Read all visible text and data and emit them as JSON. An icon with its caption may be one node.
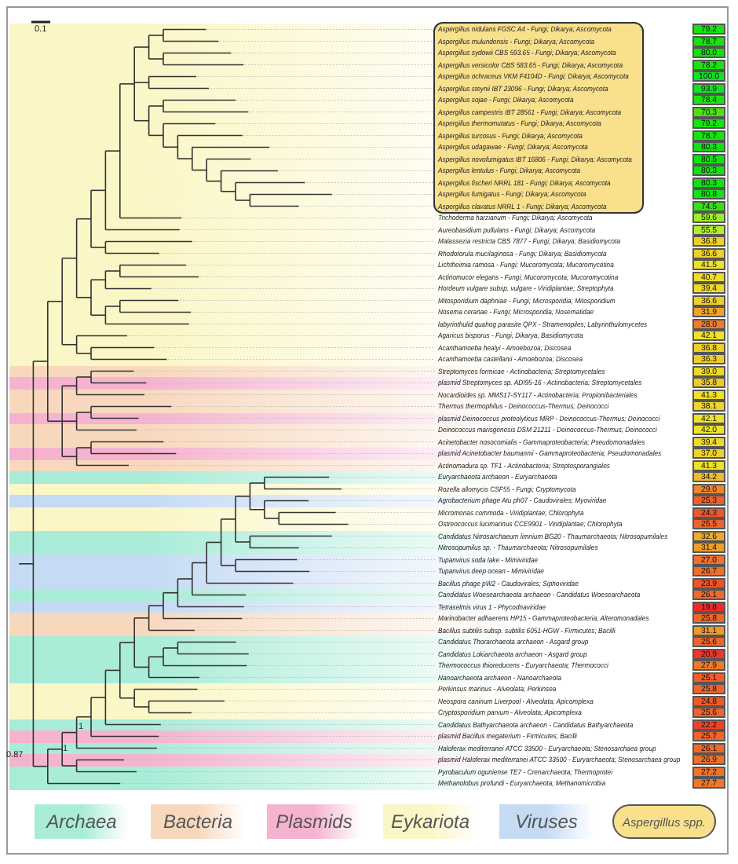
{
  "diagram": {
    "nodes": [
      {
        "text": [
          "Aspergillus nidulans FGSC A4 - Fungi; Dikarya; Ascomycota",
          "Aspergillus mulundensis - Fungi; Dikarya; Ascomycota",
          "Aspergillus sydowii CBS 593.65 - Fungi; Dikarya; Ascomycota",
          "Aspergillus versicolor CBS 583.65 - Fungi; Dikarya; Ascomycota",
          "Aspergillus ochraceus VKM F4104D - Fungi; Dikarya; Ascomycota",
          "Aspergillus steynii IBT 23096 - Fungi; Dikarya; Ascomycota",
          "Aspergillus sojae - Fungi; Dikarya; Ascomycota",
          "Aspergillus campestris IBT 28561 - Fungi; Dikarya; Ascomycota",
          "Aspergillus thermomutatus - Fungi; Dikarya; Ascomycota",
          "Aspergillus turcosus - Fungi; Dikarya; Ascomycota",
          "Aspergillus udagawae - Fungi; Dikarya; Ascomycota",
          "Aspergillus novofumigatus IBT 16806 - Fungi; Dikarya; Ascomycota",
          "Aspergillus lentulus - Fungi; Dikarya; Ascomycota",
          "Aspergillus fischeri NRRL 181 - Fungi; Dikarya; Ascomycota",
          "Aspergillus fumigatus - Fungi; Dikarya; Ascomycota",
          "Aspergillus clavatus NRRL 1 - Fungi; Dikarya; Ascomycota"
        ]
      }
    ],
    "labels": [
      "0.1",
      "1",
      "1",
      "0.87",
      "79.2",
      "78.7",
      "80.0",
      "78.2",
      "100.0",
      "93.9",
      "78.4",
      "70.3",
      "79.2",
      "78.7",
      "80.3",
      "80.5",
      "80.3",
      "80.3",
      "80.8",
      "74.5",
      "Trichoderma harzianum - Fungi; Dikarya; Ascomycota",
      "59.6",
      "Aureobasidium pullulans - Fungi; Dikarya; Ascomycota",
      "55.5",
      "Malassezia restricta CBS 7877 - Fungi; Dikarya; Basidiomycota",
      "36.8",
      "Rhodotorula mucilaginosa - Fungi; Dikarya; Basidiomycota",
      "36.6",
      "Lichtheimia ramosa - Fungi; Mucoromycota; Mucoromycotina",
      "41.5",
      "Actinomucor elegans - Fungi; Mucoromycota; Mucoromycotina",
      "40.7",
      "Hordeum vulgare subsp. vulgare - Viridiplantae; Streptophyta",
      "39.4",
      "Mitosporidium daphniae - Fungi; Microsporidia; Mitosporidium",
      "36.6",
      "Nosema ceranae - Fungi; Microsporidia; Nosematidae",
      "31.9",
      "labyrinthulid quahog parasite QPX - Stramenopiles; Labyrinthulomycetes",
      "28.0",
      "Agaricus bisporus - Fungi; Dikarya; Basidiomycota",
      "42.1",
      "Acanthamoeba healyi - Amoebozoa; Discosea",
      "36.8",
      "Acanthamoeba castellanii - Amoebozoa; Discosea",
      "36.3",
      "Streptomyces formicae - Actinobacteria; Streptomycetales",
      "39.0",
      "plasmid Streptomyces sp. ADI95-16 - Actinobacteria; Streptomycetales",
      "35.8",
      "Nocardioides sp. MMS17-SY117 - Actinobacteria; Propionibacteriales",
      "41.3",
      "Thermus thermophilus - Deinococcus-Thermus; Deinococci",
      "38.1",
      "plasmid Deinococcus proteolyticus MRP - Deinococcus-Thermus; Deinococci",
      "42.1",
      "Deinococcus marisgenesis DSM 21211 - Deinococcus-Thermus; Deinococci",
      "42.0",
      "Acinetobacter nosocomialis - Gammaproteobacteria; Pseudomonadales",
      "39.4",
      "plasmid Acinetobacter baumannii - Gammaproteobacteria; Pseudomonadales",
      "37.0",
      "Actinomadura sp. TF1 - Actinobacteria; Streptosporangiales",
      "41.3",
      "Euryarchaeota archaeon - Euryarchaeota",
      "34.2",
      "Rozella allomycis CSF55 - Fungi; Cryptomycota",
      "29.0",
      "Agrobacterium phage Atu ph07 - Caudovirales; Myoviridae",
      "25.3",
      "Micromonas commoda - Viridiplantae; Chlorophyta",
      "24.3",
      "Ostreococcus lucimarinus CCE9901 - Viridiplantae; Chlorophyta",
      "25.5",
      "Candidatus Nitrosarchaeum limnium BG20 - Thaumarchaeota; Nitrosopumilales",
      "32.6",
      "Nitrosopumilus sp. - Thaumarchaeota; Nitrosopumilales",
      "31.4",
      "Tupanvirus soda lake - Mimiviridae",
      "27.0",
      "Tupanvirus deep ocean - Mimiviridae",
      "26.7",
      "Bacillus phage pW2 - Caudovirales; Siphoviridae",
      "23.9",
      "Candidatus Woesearchaeota archaeon - Candidatus Woesearchaeota",
      "26.1",
      "Tetraselmis virus 1 - Phycodnaviridae",
      "19.8",
      "Marinobacter adhaerens HP15 - Gammaproteobacteria; Alteromonadales",
      "25.8",
      "Bacillus subtilis subsp. subtilis 6051-HGW - Firmicutes; Bacilli",
      "31.1",
      "Candidatus Thorarchaeota archaeon - Asgard group",
      "25.6",
      "Candidatus Lokiarchaeota archaeon - Asgard group",
      "20.9",
      "Thermococcus thioreducens - Euryarchaeota; Thermococci",
      "27.9",
      "Nanoarchaeota archaeon - Nanoarchaeota",
      "25.1",
      "Perkinsus marinus - Alveolata; Perkinsea",
      "25.8",
      "Neospora caninum Liverpool - Alveolata; Apicomplexa",
      "24.8",
      "Cryptosporidium parvum - Alveolata; Apicomplexa",
      "25.6",
      "Candidatus Bathyarchaeota archaeon - Candidatus Bathyarchaeota",
      "22.2",
      "plasmid Bacillus megaterium - Firmicutes; Bacilli",
      "25.7",
      "Haloferax mediterranei ATCC 33500 - Euryarchaeota; Stenosarchaea group",
      "26.1",
      "plasmid Haloferax mediterranei ATCC 33500 - Euryarchaeota; Stenosarchaea group",
      "26.9",
      "Pyrobaculum oguniense TE7 - Crenarchaeota; Thermoprotei",
      "27.2",
      "Methanolobus profundi - Euryarchaeota; Methanomicrobia",
      "27.7"
    ],
    "legend": [
      {
        "text": "Archaea",
        "color": "#a9ecd8"
      },
      {
        "text": "Bacteria",
        "color": "#f8d8bd"
      },
      {
        "text": "Plasmids",
        "color": "#f5b3d0"
      },
      {
        "text": "Eykariota",
        "color": "#fbf6c6"
      },
      {
        "text": "Viruses",
        "color": "#c5dbf4"
      },
      {
        "text": "Aspergillus spp.",
        "color": "#f8e08c"
      }
    ]
  }
}
